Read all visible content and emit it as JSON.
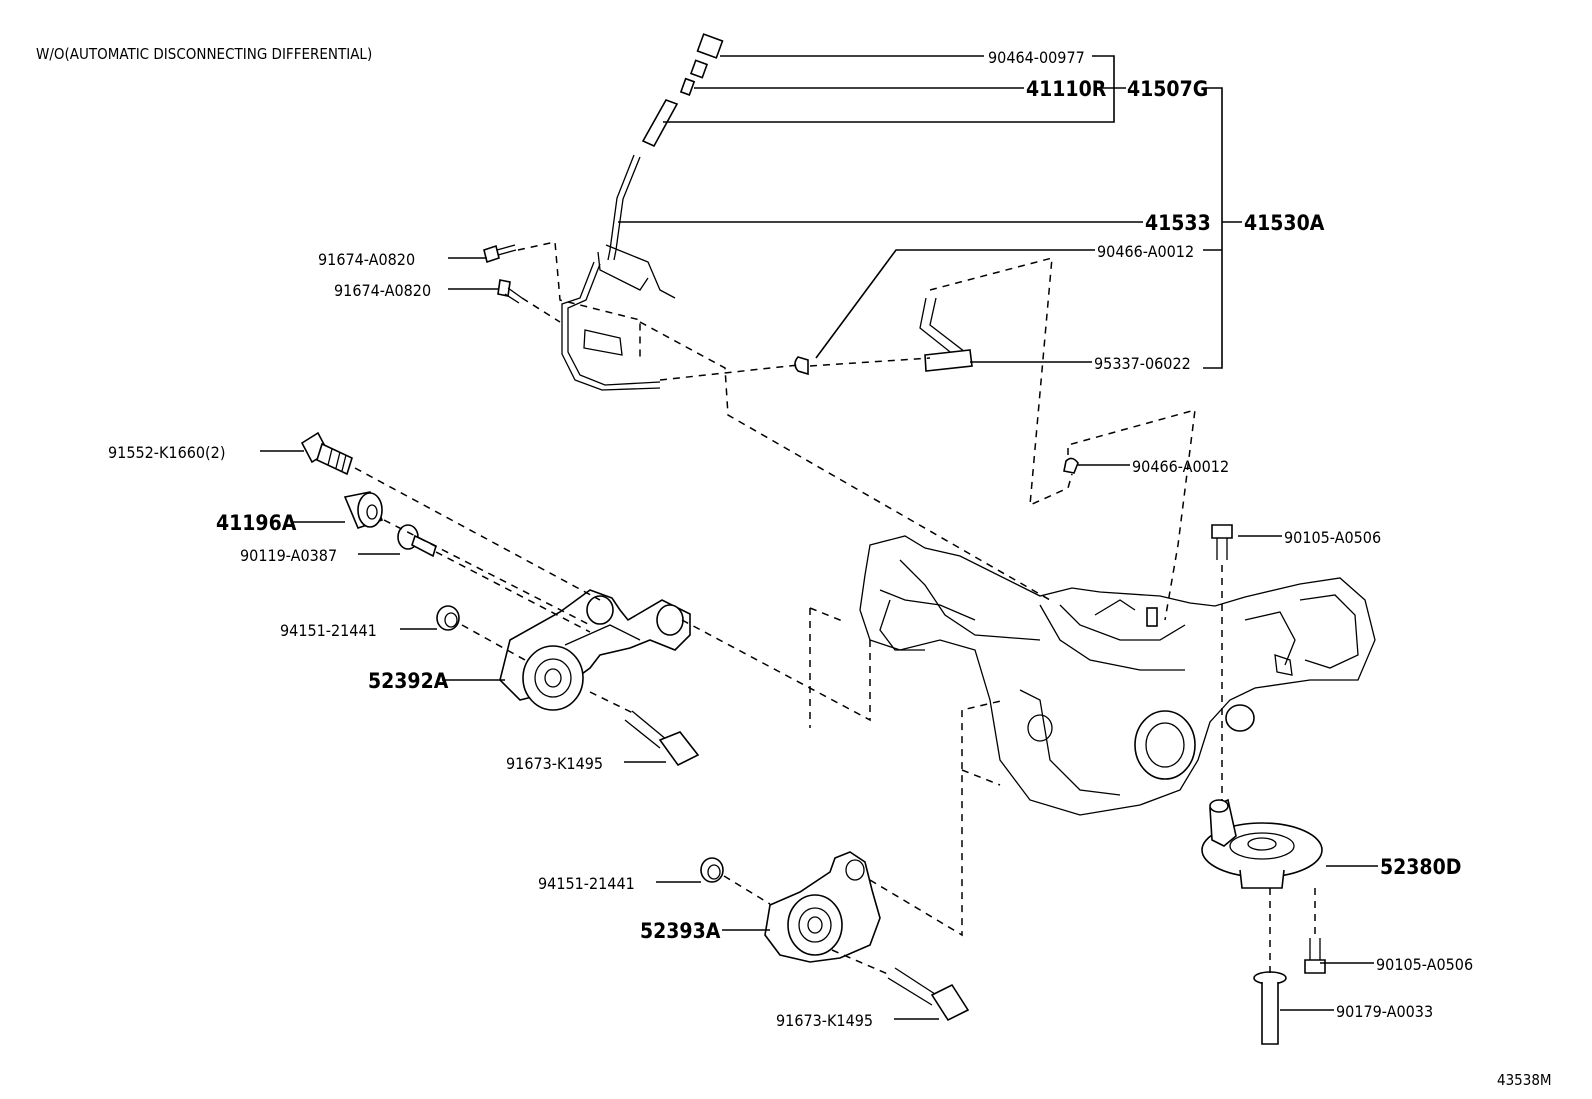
{
  "header": {
    "caption": "W/O(AUTOMATIC DISCONNECTING DIFFERENTIAL)"
  },
  "footer": {
    "diagram_code": "43538M"
  },
  "parts": {
    "p90464_00977": "90464-00977",
    "p41110R": "41110R",
    "p41507G": "41507G",
    "p41533": "41533",
    "p41530A": "41530A",
    "p90466_A0012_a": "90466-A0012",
    "p95337_06022": "95337-06022",
    "p91674_A0820_a": "91674-A0820",
    "p91674_A0820_b": "91674-A0820",
    "p90466_A0012_b": "90466-A0012",
    "p91552_K1660": "91552-K1660(2)",
    "p41196A": "41196A",
    "p90119_A0387": "90119-A0387",
    "p94151_21441_a": "94151-21441",
    "p52392A": "52392A",
    "p91673_K1495_a": "91673-K1495",
    "p90105_A0506_a": "90105-A0506",
    "p52380D": "52380D",
    "p94151_21441_b": "94151-21441",
    "p52393A": "52393A",
    "p90105_A0506_b": "90105-A0506",
    "p90179_A0033": "90179-A0033",
    "p91673_K1495_b": "91673-K1495"
  }
}
